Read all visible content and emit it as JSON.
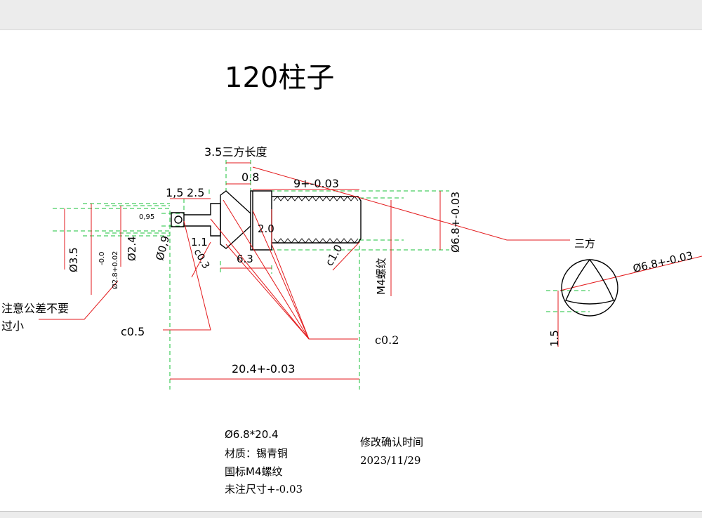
{
  "title": "120柱子",
  "dims": {
    "three_flat_length": "3.5三方长度",
    "d08": "0.8",
    "d15": "1,5",
    "d25": "2.5",
    "d9": "9+-0.03",
    "d095": "0,95",
    "d09": "Ø0,9",
    "d35": "Ø3.5",
    "d24": "Ø2.4",
    "d28a": "Ø2.8+0.02",
    "d28b": "-0.0",
    "d20": "2.0",
    "d11": "1.1",
    "c03": "c0.3",
    "d63": "6.3",
    "c10": "c1.0",
    "m4": "M4螺纹",
    "d68": "Ø6.8+-0.03",
    "c05": "c0.5",
    "c02": "c0.2",
    "total": "20.4+-0.03",
    "three_flat": "三方",
    "end_dia": "Ø6.8+-0.03",
    "d15b": "1.5"
  },
  "tolerance_note": [
    "注意公差不要",
    "过小"
  ],
  "notes": {
    "size": "Ø6.8*20.4",
    "material": "材质：锡青铜",
    "thread": "国标M4螺纹",
    "tolerance": "未注尺寸+-0.03"
  },
  "revision": {
    "label": "修改确认时间",
    "date": "2023/11/29"
  },
  "colors": {
    "outline": "#000000",
    "leader": "#e31a1c",
    "centerline": "#19c23a"
  }
}
